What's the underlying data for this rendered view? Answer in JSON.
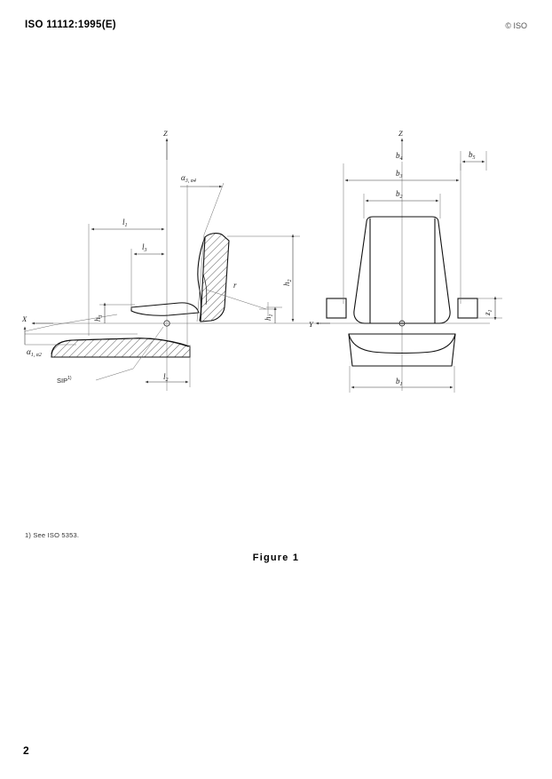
{
  "header": {
    "doc_number": "ISO 11112:1995(E)",
    "copyright": "© ISO"
  },
  "figure": {
    "caption": "Figure 1",
    "footnote": "1) See ISO 5353."
  },
  "page": {
    "number": "2"
  },
  "side_view": {
    "axis_x": "X",
    "axis_y": "Y",
    "axis_z": "Z",
    "dimensions": {
      "l1": "l",
      "l1_sub": "1",
      "l2": "l",
      "l2_sub": "2",
      "l3": "l",
      "l3_sub": "3",
      "h1": "h",
      "h1_sub": "1",
      "h2": "h",
      "h2_sub": "2",
      "h3": "h",
      "h3_sub": "3",
      "radius": "r"
    },
    "angles": {
      "alpha_12": "α",
      "alpha_12_sub": "1, α",
      "alpha_12_sub2": "2",
      "alpha_34": "α",
      "alpha_34_sub": "3, α",
      "alpha_34_sub2": "4"
    },
    "sip_label": "SIP",
    "sip_footnote_marker": "1)"
  },
  "front_view": {
    "axis_z": "Z",
    "dimensions": {
      "b1": "b",
      "b1_sub": "1",
      "b2": "b",
      "b2_sub": "2",
      "b3": "b",
      "b3_sub": "3",
      "b4": "b",
      "b4_sub": "4",
      "b5": "b",
      "b5_sub": "5",
      "z1": "z",
      "z1_sub": "1"
    }
  }
}
